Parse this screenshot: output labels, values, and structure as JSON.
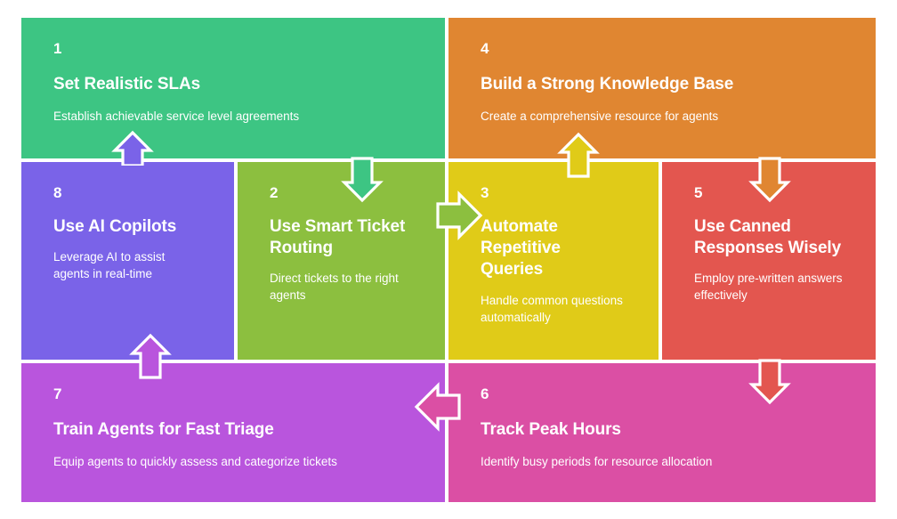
{
  "infographic": {
    "type": "cyclic-process-flow",
    "background": "#ffffff",
    "cards": [
      {
        "number": "1",
        "title": "Set Realistic SLAs",
        "description": "Establish achievable service level agreements",
        "color": "#3DC583",
        "name": "card-1-set-realistic-slas"
      },
      {
        "number": "4",
        "title": "Build a Strong Knowledge Base",
        "description": "Create a comprehensive resource for agents",
        "color": "#E08631",
        "name": "card-4-build-a-strong-knowledge-base"
      },
      {
        "number": "8",
        "title": "Use AI Copilots",
        "description": "Leverage AI to assist agents in real-time",
        "color": "#7A63E8",
        "name": "card-8-use-ai-copilots"
      },
      {
        "number": "2",
        "title": "Use Smart Ticket Routing",
        "description": "Direct tickets to the right agents",
        "color": "#8CBF3F",
        "name": "card-2-use-smart-ticket-routing"
      },
      {
        "number": "3",
        "title": "Automate Repetitive Queries",
        "description": "Handle common questions automatically",
        "color": "#E0CB18",
        "name": "card-3-automate-repetitive-queries"
      },
      {
        "number": "5",
        "title": "Use Canned Responses Wisely",
        "description": "Employ pre-written answers effectively",
        "color": "#E3564F",
        "name": "card-5-use-canned-responses-wisely"
      },
      {
        "number": "7",
        "title": "Train Agents for Fast Triage",
        "description": "Equip agents to quickly assess and categorize tickets",
        "color": "#B955DD",
        "name": "card-7-train-agents-for-fast-triage"
      },
      {
        "number": "6",
        "title": "Track Peak Hours",
        "description": "Identify busy periods for resource allocation",
        "color": "#DB4FA4",
        "name": "card-6-track-peak-hours"
      }
    ],
    "connectors": [
      {
        "name": "arrow-card-8-to-card-1",
        "direction": "up",
        "color": "#7A63E8",
        "from": "8",
        "to": "1"
      },
      {
        "name": "arrow-card-1-to-card-2",
        "direction": "down",
        "color": "#3DC583",
        "from": "1",
        "to": "2"
      },
      {
        "name": "arrow-card-2-to-card-3",
        "direction": "right",
        "color": "#8CBF3F",
        "from": "2",
        "to": "3"
      },
      {
        "name": "arrow-card-3-to-card-4",
        "direction": "up",
        "color": "#E0CB18",
        "from": "3",
        "to": "4"
      },
      {
        "name": "arrow-card-4-to-card-5",
        "direction": "down",
        "color": "#E08631",
        "from": "4",
        "to": "5"
      },
      {
        "name": "arrow-card-5-to-card-6",
        "direction": "down",
        "color": "#E3564F",
        "from": "5",
        "to": "6"
      },
      {
        "name": "arrow-card-6-to-card-7",
        "direction": "left",
        "color": "#DB4FA4",
        "from": "6",
        "to": "7"
      },
      {
        "name": "arrow-card-7-to-card-8",
        "direction": "up",
        "color": "#B955DD",
        "from": "7",
        "to": "8"
      }
    ]
  }
}
